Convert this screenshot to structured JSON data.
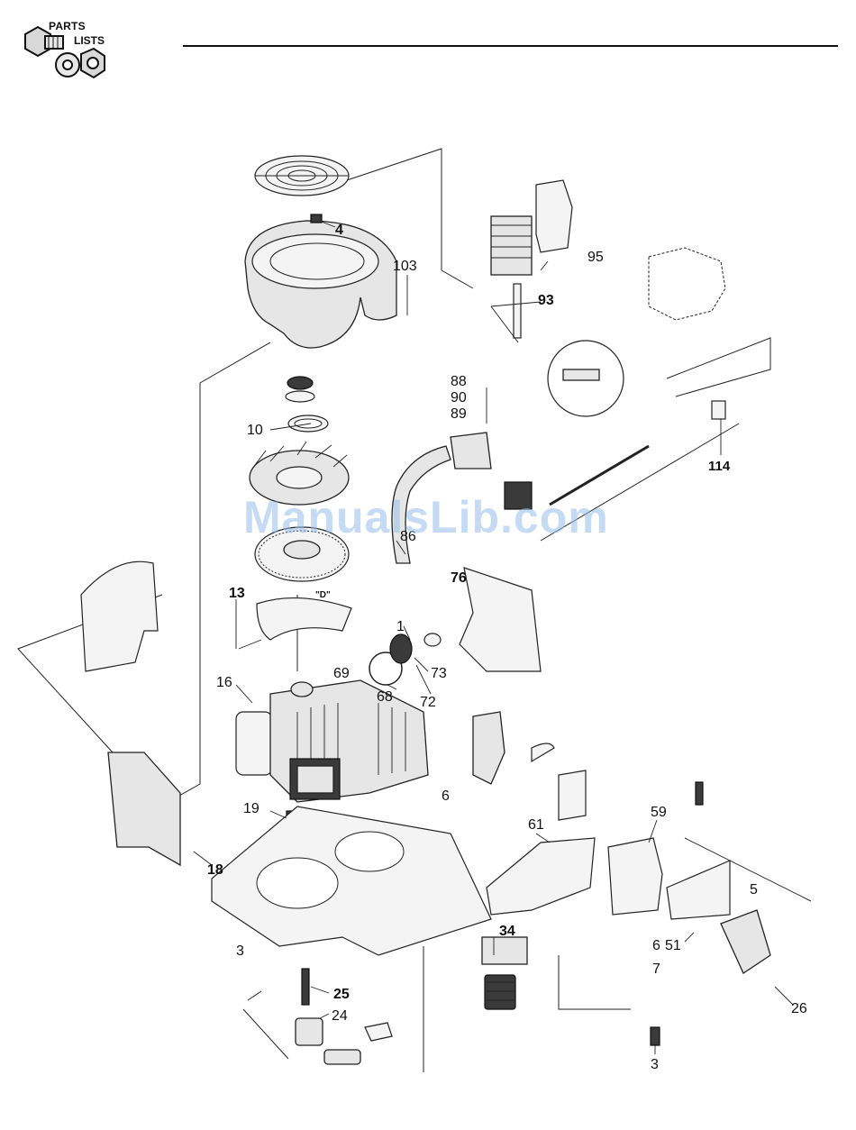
{
  "header": {
    "logo_line1": "PARTS",
    "logo_line2": "LISTS"
  },
  "watermark": "ManualsLib.com",
  "callouts": [
    {
      "id": "c4",
      "text": "4"
    },
    {
      "id": "c103",
      "text": "103"
    },
    {
      "id": "c95",
      "text": "95"
    },
    {
      "id": "c93",
      "text": "93"
    },
    {
      "id": "c88",
      "text": "88"
    },
    {
      "id": "c90",
      "text": "90"
    },
    {
      "id": "c89",
      "text": "89"
    },
    {
      "id": "c10",
      "text": "10"
    },
    {
      "id": "c114",
      "text": "114"
    },
    {
      "id": "c86",
      "text": "86"
    },
    {
      "id": "c76",
      "text": "76"
    },
    {
      "id": "c13",
      "text": "13"
    },
    {
      "id": "cD",
      "text": "\"D\""
    },
    {
      "id": "c1",
      "text": "1"
    },
    {
      "id": "c73",
      "text": "73"
    },
    {
      "id": "c69",
      "text": "69"
    },
    {
      "id": "c68",
      "text": "68"
    },
    {
      "id": "c72",
      "text": "72"
    },
    {
      "id": "c16",
      "text": "16"
    },
    {
      "id": "c6",
      "text": "6"
    },
    {
      "id": "c19",
      "text": "19"
    },
    {
      "id": "c59",
      "text": "59"
    },
    {
      "id": "c61",
      "text": "61"
    },
    {
      "id": "c18",
      "text": "18"
    },
    {
      "id": "c5",
      "text": "5"
    },
    {
      "id": "c34",
      "text": "34"
    },
    {
      "id": "c51",
      "text": "51"
    },
    {
      "id": "c6b",
      "text": "6"
    },
    {
      "id": "c7",
      "text": "7"
    },
    {
      "id": "c3a",
      "text": "3"
    },
    {
      "id": "c25",
      "text": "25"
    },
    {
      "id": "c24",
      "text": "24"
    },
    {
      "id": "c26",
      "text": "26"
    },
    {
      "id": "c3b",
      "text": "3"
    }
  ]
}
